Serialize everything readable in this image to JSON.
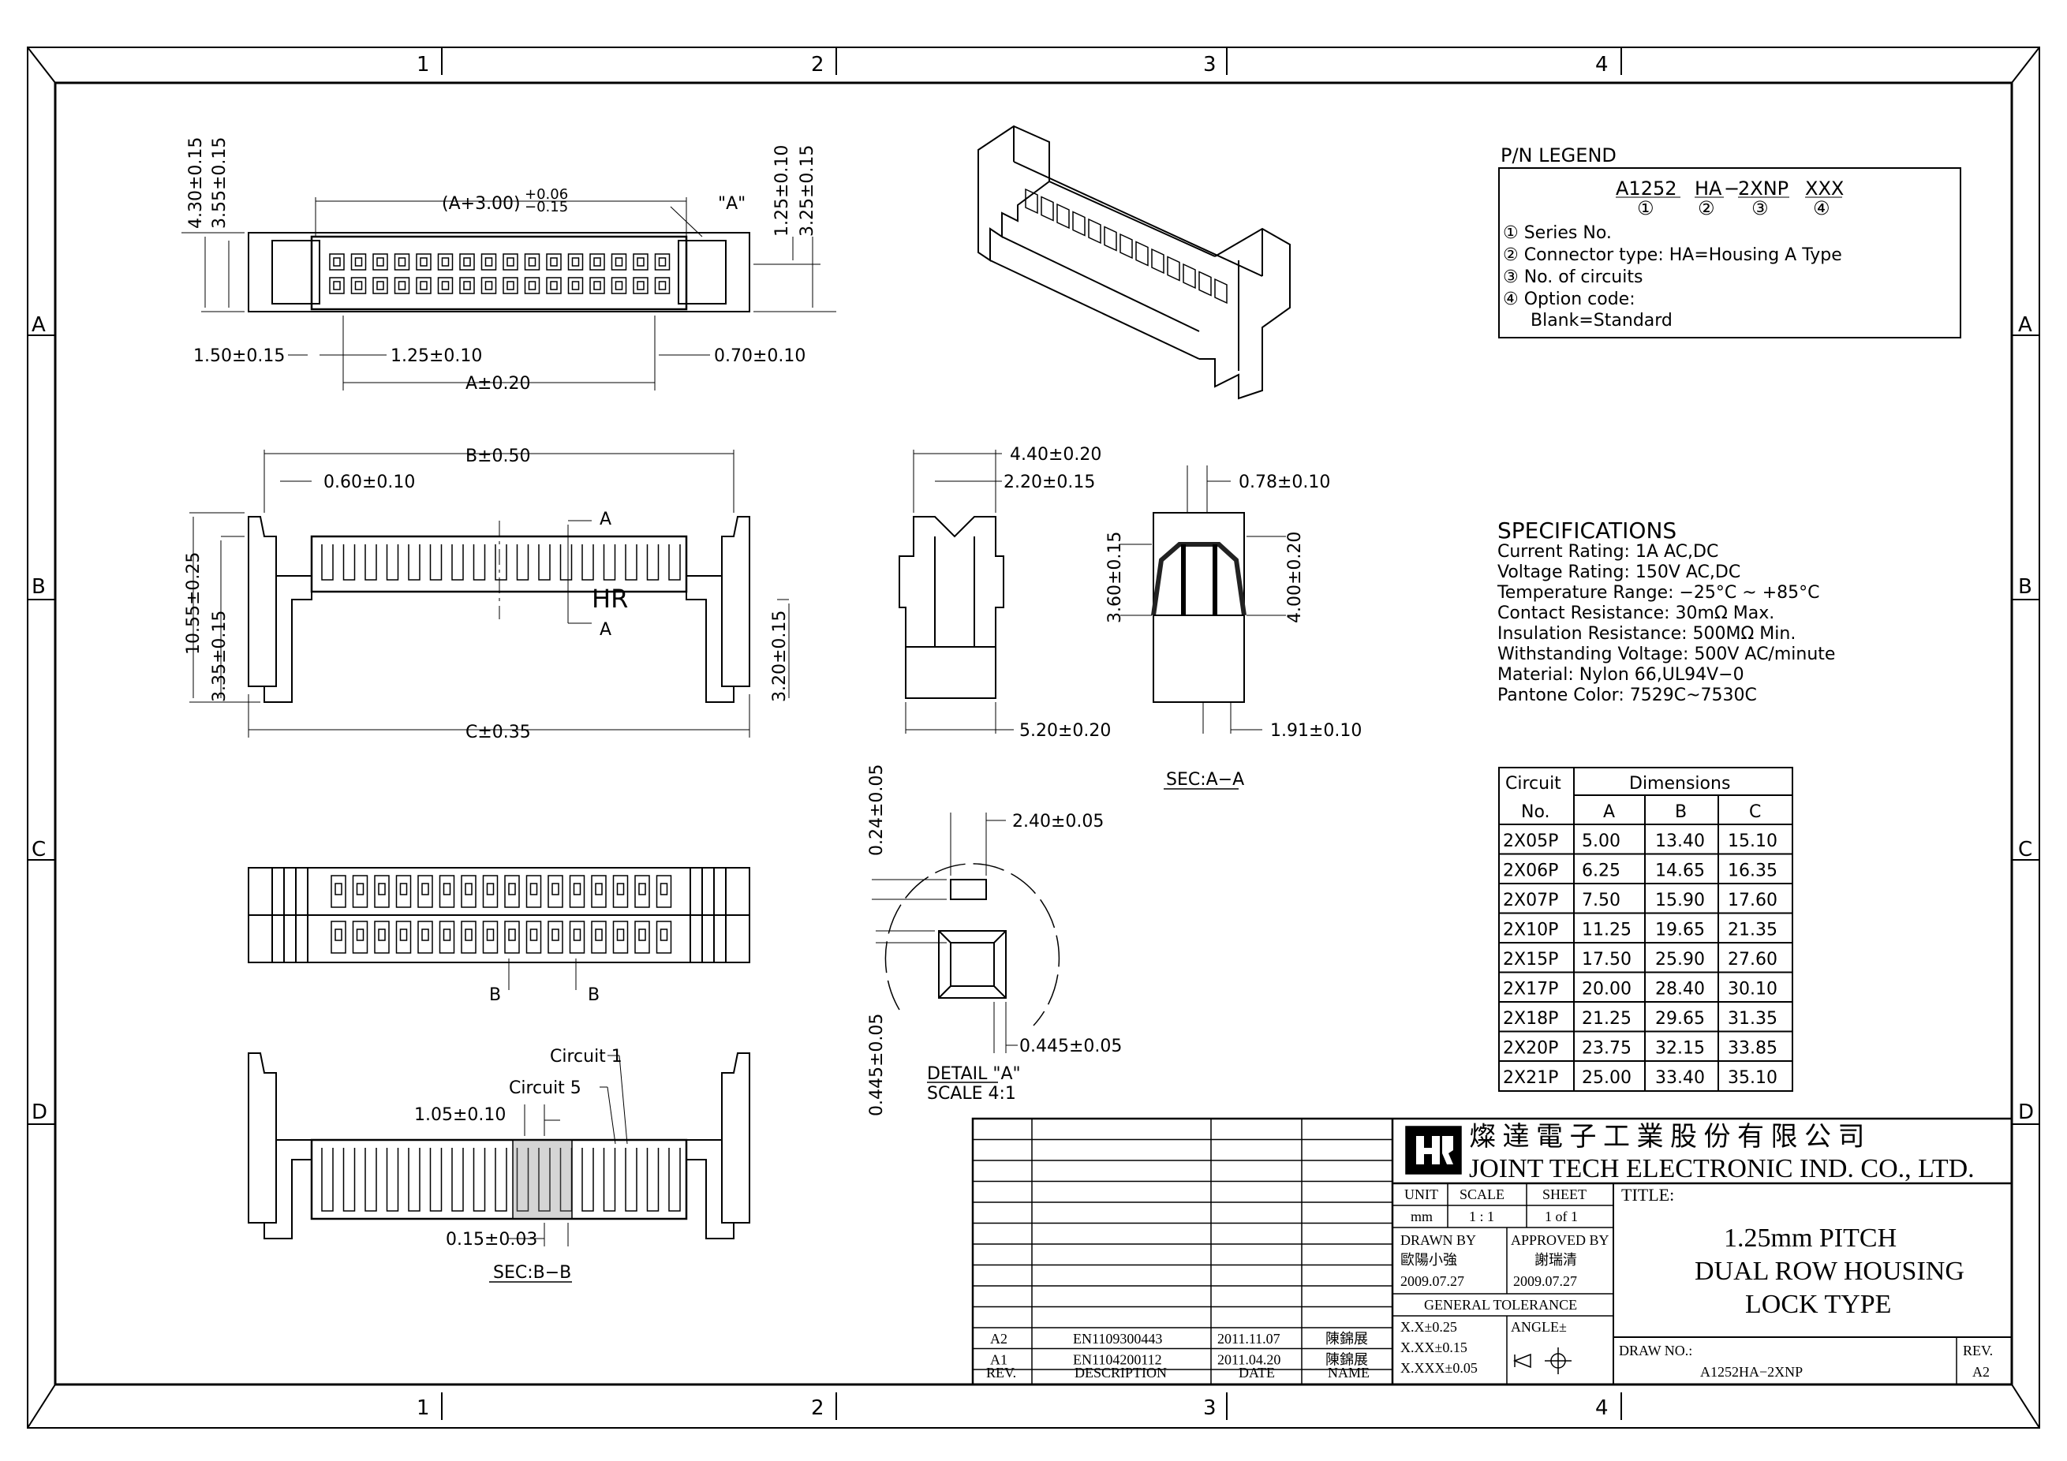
{
  "zones": {
    "cols": [
      "1",
      "2",
      "3",
      "4"
    ],
    "rows": [
      "A",
      "B",
      "C",
      "D"
    ]
  },
  "top_view": {
    "dims": {
      "h1": "4.30±0.15",
      "h2": "3.55±0.15",
      "width_formula_base": "(A+3.00)",
      "width_tol_plus": "+0.06",
      "width_tol_minus": "−0.15",
      "detail_callout": "\"A\"",
      "r1": "1.25±0.10",
      "r2": "3.25±0.15",
      "b1": "1.50±0.15",
      "b2": "1.25±0.10",
      "b3": "0.70±0.10",
      "b4": "A±0.20"
    }
  },
  "front_view": {
    "dims": {
      "b": "B±0.50",
      "w": "0.60±0.10",
      "h1": "10.55±0.25",
      "h2": "3.35±0.15",
      "h3": "3.20±0.15",
      "c": "C±0.35"
    },
    "section_mark": "A",
    "logo_text": "HR"
  },
  "side_view": {
    "dims": {
      "d1": "4.40±0.20",
      "d2": "2.20±0.15",
      "d3": "5.20±0.20"
    }
  },
  "section_aa": {
    "dims": {
      "d1": "0.78±0.10",
      "d2": "3.60±0.15",
      "d3": "4.00±0.20",
      "d4": "1.91±0.10"
    },
    "label": "SEC:A−A"
  },
  "bottom_view": {
    "section_mark": "B"
  },
  "detail_a": {
    "dims": {
      "d1": "0.24±0.05",
      "d2": "2.40±0.05",
      "d3": "0.445±0.05",
      "d4": "0.445±0.05"
    },
    "label": "DETAIL \"A\"",
    "scale": "SCALE 4:1"
  },
  "section_bb": {
    "labels": {
      "c1": "Circuit 1",
      "c5": "Circuit 5"
    },
    "dims": {
      "d1": "1.05±0.10",
      "d2": "0.15±0.03"
    },
    "label": "SEC:B−B"
  },
  "pn_legend": {
    "title": "P/N LEGEND",
    "parts": [
      "A1252",
      "HA",
      "2XNP",
      "XXX"
    ],
    "sep": "−",
    "nums": [
      "①",
      "②",
      "③",
      "④"
    ],
    "lines": [
      "① Series No.",
      "② Connector type: HA=Housing A Type",
      "③ No. of circuits",
      "④ Option code:",
      "Blank=Standard"
    ]
  },
  "specs": {
    "title": "SPECIFICATIONS",
    "lines": [
      "Current Rating: 1A AC,DC",
      "Voltage Rating: 150V AC,DC",
      "Temperature Range: −25°C ~ +85°C",
      "Contact Resistance: 30mΩ Max.",
      "Insulation Resistance: 500MΩ Min.",
      "Withstanding Voltage: 500V AC/minute",
      "Material: Nylon 66,UL94V−0",
      "Pantone Color: 7529C~7530C"
    ]
  },
  "dim_table": {
    "header1": "Circuit",
    "header2": "No.",
    "group": "Dimensions",
    "cols": [
      "A",
      "B",
      "C"
    ],
    "rows": [
      [
        "2X05P",
        "5.00",
        "13.40",
        "15.10"
      ],
      [
        "2X06P",
        "6.25",
        "14.65",
        "16.35"
      ],
      [
        "2X07P",
        "7.50",
        "15.90",
        "17.60"
      ],
      [
        "2X10P",
        "11.25",
        "19.65",
        "21.35"
      ],
      [
        "2X15P",
        "17.50",
        "25.90",
        "27.60"
      ],
      [
        "2X17P",
        "20.00",
        "28.40",
        "30.10"
      ],
      [
        "2X18P",
        "21.25",
        "29.65",
        "31.35"
      ],
      [
        "2X20P",
        "23.75",
        "32.15",
        "33.85"
      ],
      [
        "2X21P",
        "25.00",
        "33.40",
        "35.10"
      ]
    ]
  },
  "title_block": {
    "company_cn": "燦 達 電 子 工 業 股 份 有 限 公 司",
    "company_en": "JOINT TECH ELECTRONIC IND. CO., LTD.",
    "unit_label": "UNIT",
    "unit": "mm",
    "scale_label": "SCALE",
    "scale": "1 : 1",
    "sheet_label": "SHEET",
    "sheet": "1 of 1",
    "title_label": "TITLE:",
    "title_lines": [
      "1.25mm PITCH",
      "DUAL ROW HOUSING",
      "LOCK TYPE"
    ],
    "drawn_by_label": "DRAWN BY",
    "drawn_by": "歐陽小強",
    "drawn_date": "2009.07.27",
    "approved_label": "APPROVED BY",
    "approved_by": "謝瑞清",
    "approved_date": "2009.07.27",
    "gen_tol": "GENERAL TOLERANCE",
    "tol": [
      "X.X±0.25",
      "X.XX±0.15",
      "X.XXX±0.05"
    ],
    "angle": "ANGLE±",
    "draw_no_label": "DRAW NO.:",
    "draw_no": "A1252HA−2XNP",
    "rev_label": "REV.",
    "rev": "A2",
    "revisions": [
      {
        "rev": "A2",
        "desc": "EN1109300443",
        "date": "2011.11.07",
        "name": "陳錦展"
      },
      {
        "rev": "A1",
        "desc": "EN1104200112",
        "date": "2011.04.20",
        "name": "陳錦展"
      }
    ],
    "rev_headers": {
      "rev": "REV.",
      "desc": "DESCRIPTION",
      "date": "DATE",
      "name": "NAME"
    }
  }
}
